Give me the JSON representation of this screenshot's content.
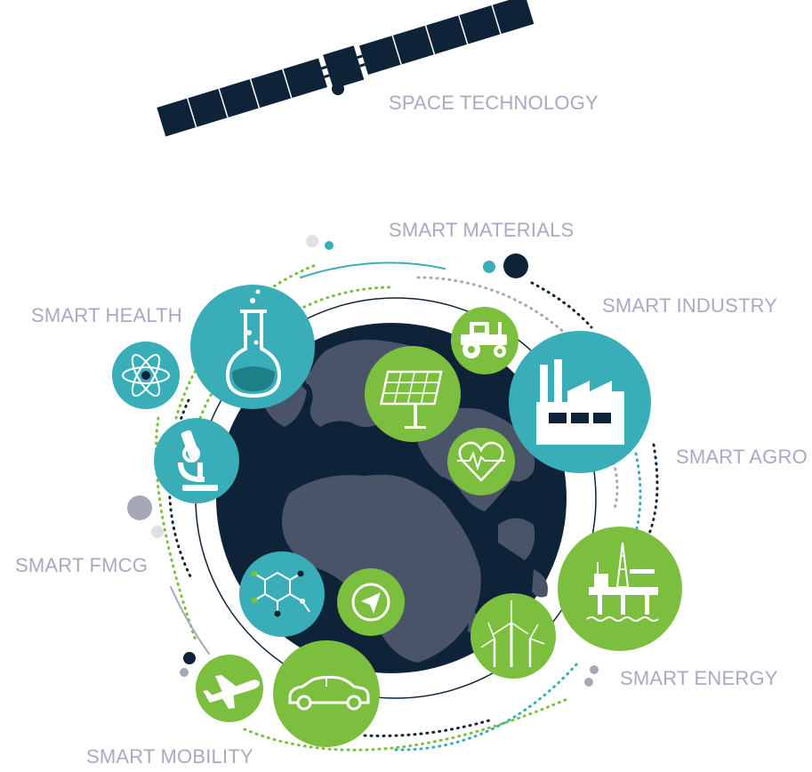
{
  "labels": {
    "space_technology": "SPACE TECHNOLOGY",
    "smart_materials": "SMART MATERIALS",
    "smart_industry": "SMART INDUSTRY",
    "smart_health": "SMART HEALTH",
    "smart_agro": "SMART AGRO",
    "smart_fmcg": "SMART FMCG",
    "smart_energy": "SMART ENERGY",
    "smart_mobility": "SMART MOBILITY"
  },
  "colors": {
    "navy": "#0e2338",
    "teal": "#3aaeb8",
    "green": "#7cbf3f",
    "land": "#4a5468",
    "label": "#a9a9c2",
    "light_grey": "#dde0e4",
    "grey_dot": "#a6a8b8"
  },
  "icons": [
    "satellite-icon",
    "flask-icon",
    "atom-icon",
    "microscope-icon",
    "molecule-icon",
    "tractor-icon",
    "solar-panel-icon",
    "heart-pulse-icon",
    "factory-icon",
    "oil-rig-icon",
    "wind-turbine-icon",
    "compass-icon",
    "car-icon",
    "airplane-icon",
    "globe-icon"
  ]
}
